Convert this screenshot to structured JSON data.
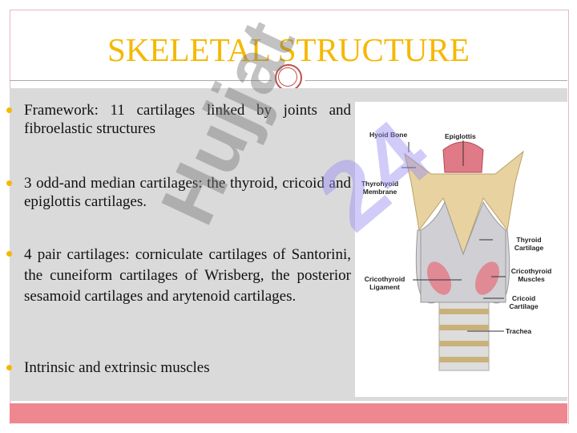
{
  "title": "SKELETAL STRUCTURE",
  "bullets": [
    "Framework: 11 cartilages linked by joints and fibroelastic structures",
    "3 odd-and median cartilages: the thyroid, cricoid and epiglottis cartilages.",
    "4 pair cartilages: corniculate cartilages of Santorini, the cuneiform cartilages of Wrisberg, the posterior sesamoid cartilages and arytenoid cartilages.",
    "Intrinsic and extrinsic muscles"
  ],
  "figure_labels": {
    "hyoid": "Hyoid Bone",
    "epiglottis": "Epiglottis",
    "thyrohyoid": "Thyrohyoid Membrane",
    "thyroid": "Thyroid Cartilage",
    "cricothyroid_ligament": "Cricothyroid Ligament",
    "cricothyroid_muscles": "Cricothyroid Muscles",
    "cricoid": "Cricoid Cartilage",
    "trachea": "Trachea"
  },
  "watermark": "Hujjat24",
  "colors": {
    "title": "#f5b800",
    "band": "#dadada",
    "footer": "#ef8791"
  }
}
